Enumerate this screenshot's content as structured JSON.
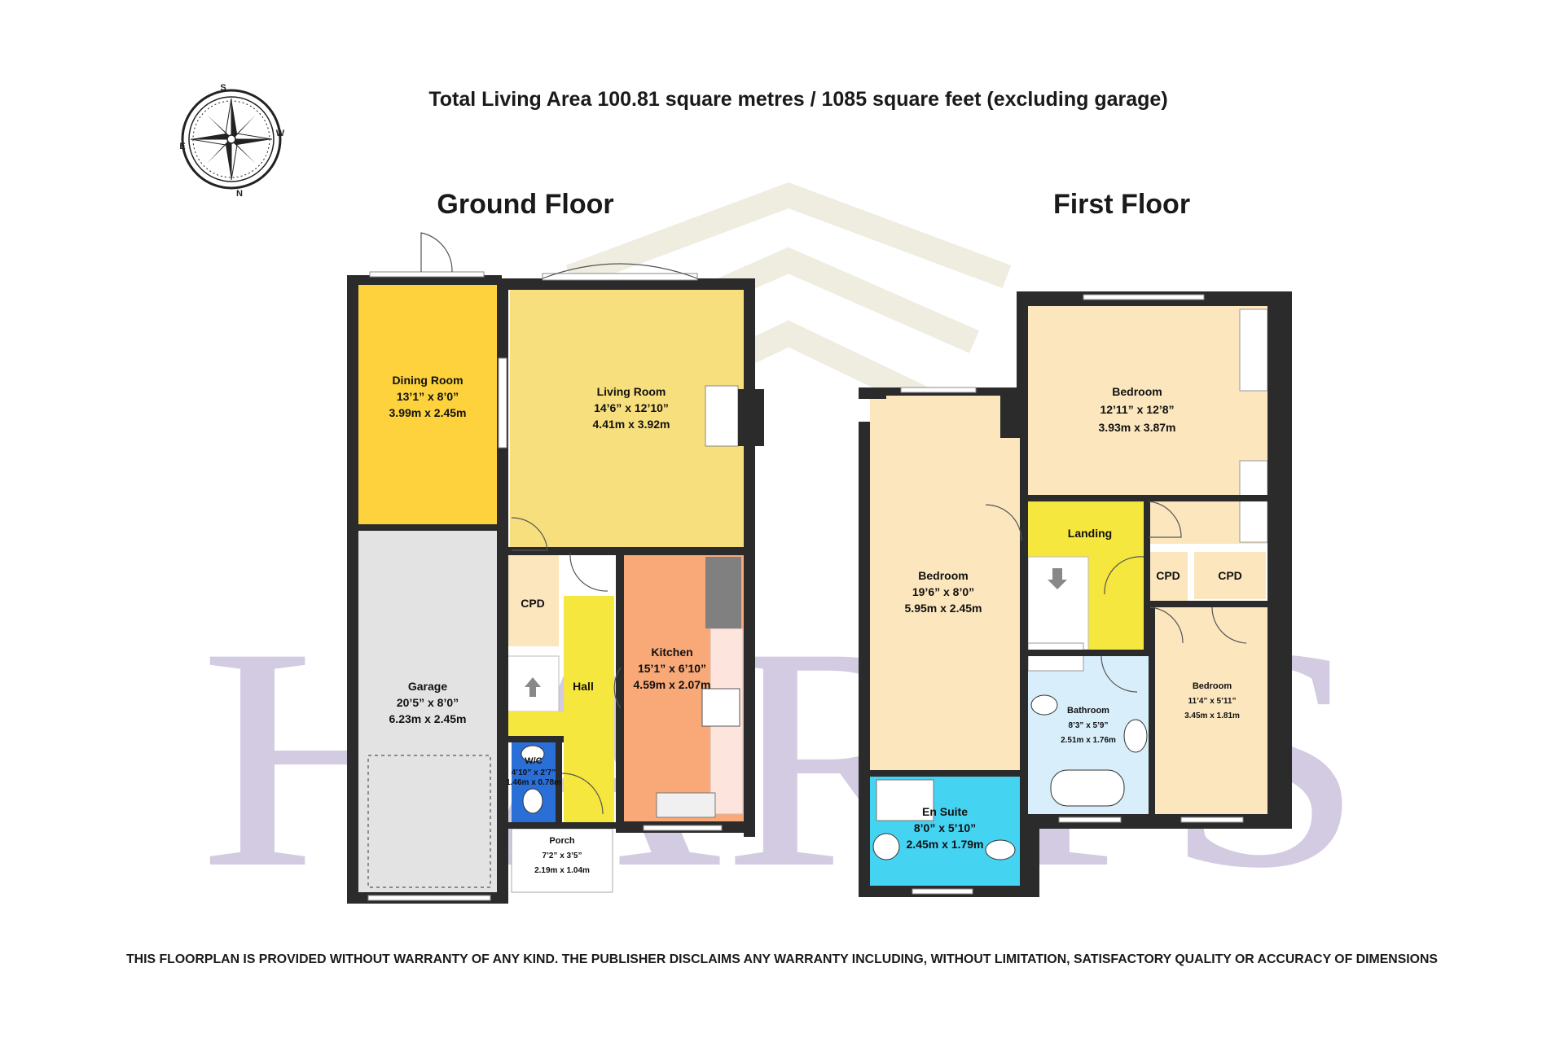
{
  "title": "Total Living Area 100.81 square metres / 1085 square feet (excluding garage)",
  "disclaimer": "THIS FLOORPLAN IS PROVIDED WITHOUT WARRANTY OF ANY KIND. THE PUBLISHER DISCLAIMS ANY WARRANTY INCLUDING, WITHOUT LIMITATION, SATISFACTORY QUALITY OR ACCURACY OF DIMENSIONS",
  "watermark": "HARTS",
  "compass": {
    "n": "N",
    "s": "S",
    "e": "E",
    "w": "W"
  },
  "ground_floor": {
    "heading": "Ground Floor",
    "dining": {
      "name": "Dining Room",
      "imperial": "13’1” x 8’0”",
      "metric": "3.99m x 2.45m",
      "color": "#fdd23c"
    },
    "living": {
      "name": "Living Room",
      "imperial": "14’6” x 12’10”",
      "metric": "4.41m x 3.92m",
      "color": "#f8df7d"
    },
    "garage": {
      "name": "Garage",
      "imperial": "20’5” x 8’0”",
      "metric": "6.23m x 2.45m",
      "color": "#e3e3e3"
    },
    "cpd": {
      "name": "CPD"
    },
    "hall": {
      "name": "Hall",
      "color": "#f5e73d"
    },
    "kitchen": {
      "name": "Kitchen",
      "imperial": "15’1” x 6’10”",
      "metric": "4.59m x 2.07m",
      "color": "#f9a877"
    },
    "wc": {
      "name": "W/C",
      "imperial": "4’10” x 2’7”",
      "metric": "1.46m x 0.78m",
      "color": "#2a6fd8"
    },
    "porch": {
      "name": "Porch",
      "imperial": "7’2” x 3’5”",
      "metric": "2.19m x 1.04m"
    }
  },
  "first_floor": {
    "heading": "First Floor",
    "bedroom1": {
      "name": "Bedroom",
      "imperial": "19’6” x 8’0”",
      "metric": "5.95m x 2.45m",
      "color": "#fbe6bd"
    },
    "bedroom2": {
      "name": "Bedroom",
      "imperial": "12’11” x 12’8”",
      "metric": "3.93m x 3.87m",
      "color": "#fbe6bd"
    },
    "bedroom3": {
      "name": "Bedroom",
      "imperial": "11’4” x 5’11”",
      "metric": "3.45m x 1.81m",
      "color": "#fbe6bd"
    },
    "landing": {
      "name": "Landing",
      "color": "#f5e73d"
    },
    "cpd1": {
      "name": "CPD"
    },
    "cpd2": {
      "name": "CPD"
    },
    "bathroom": {
      "name": "Bathroom",
      "imperial": "8’3” x 5’9”",
      "metric": "2.51m x 1.76m",
      "color": "#d8eefb"
    },
    "ensuite": {
      "name": "En Suite",
      "imperial": "8’0” x 5’10”",
      "metric": "2.45m x 1.79m",
      "color": "#45d3f2"
    }
  }
}
